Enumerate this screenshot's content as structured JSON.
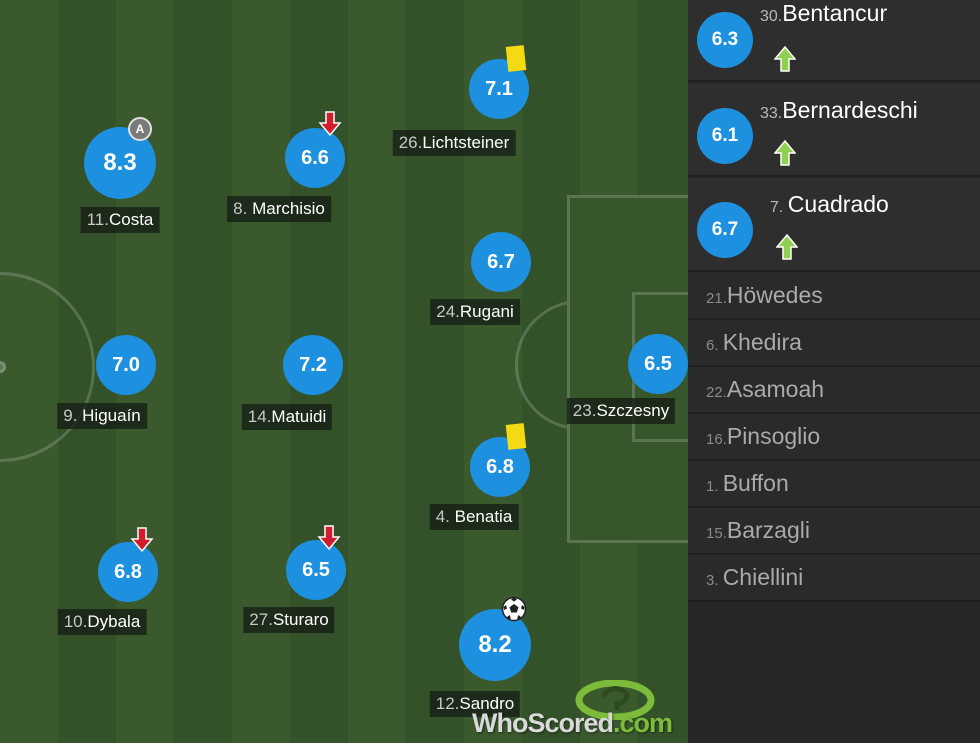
{
  "lineup": {
    "players": [
      {
        "number": "11.",
        "name": "Costa",
        "rating": "8.3",
        "icon": "captain-badge",
        "captain_label": "A"
      },
      {
        "number": "8. ",
        "name": "Marchisio",
        "rating": "6.6",
        "icon": "sub-off-arrow"
      },
      {
        "number": "26.",
        "name": "Lichtsteiner",
        "rating": "7.1",
        "icon": "yellow-card"
      },
      {
        "number": "24.",
        "name": "Rugani",
        "rating": "6.7"
      },
      {
        "number": "9. ",
        "name": "Higuaín",
        "rating": "7.0"
      },
      {
        "number": "14.",
        "name": "Matuidi",
        "rating": "7.2"
      },
      {
        "number": "23.",
        "name": "Szczesny",
        "rating": "6.5"
      },
      {
        "number": "4. ",
        "name": "Benatia",
        "rating": "6.8",
        "icon": "yellow-card"
      },
      {
        "number": "10.",
        "name": "Dybala",
        "rating": "6.8",
        "icon": "sub-off-arrow"
      },
      {
        "number": "27.",
        "name": "Sturaro",
        "rating": "6.5",
        "icon": "sub-off-arrow"
      },
      {
        "number": "12.",
        "name": "Sandro",
        "rating": "8.2",
        "icon": "goal-ball"
      }
    ]
  },
  "substitutes": [
    {
      "number": "30.",
      "name": "Bentancur",
      "rating": "6.3",
      "icon": "sub-on-arrow"
    },
    {
      "number": "33.",
      "name": "Bernardeschi",
      "rating": "6.1",
      "icon": "sub-on-arrow"
    },
    {
      "number": "7. ",
      "name": "Cuadrado",
      "rating": "6.7",
      "icon": "sub-on-arrow"
    }
  ],
  "bench": [
    {
      "number": "21.",
      "name": "Höwedes"
    },
    {
      "number": "6. ",
      "name": "Khedira"
    },
    {
      "number": "22.",
      "name": "Asamoah"
    },
    {
      "number": "16.",
      "name": "Pinsoglio"
    },
    {
      "number": "1. ",
      "name": "Buffon"
    },
    {
      "number": "15.",
      "name": "Barzagli"
    },
    {
      "number": "3. ",
      "name": "Chiellini"
    }
  ],
  "watermark": {
    "part1": "WhoScored",
    "part2": ".com"
  },
  "colors": {
    "rating_circle": "#1e90e0",
    "pitch_dark": "#335229",
    "pitch_light": "#3a5a2e",
    "yellow_card": "#f4da12",
    "sub_off_arrow": "#d01c2c",
    "sub_on_arrow": "#8fd14f",
    "sidebar_bg": "#262626"
  }
}
